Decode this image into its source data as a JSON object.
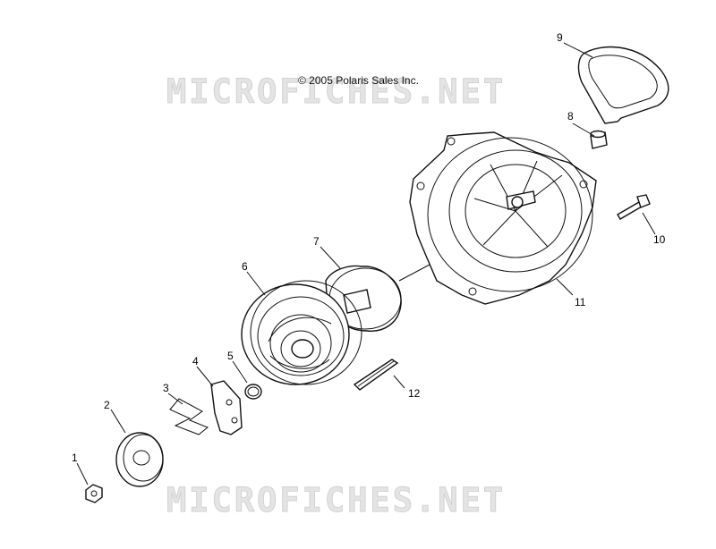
{
  "copyright": "© 2005 Polaris Sales Inc.",
  "watermark": "MICROFICHES.NET",
  "callouts": {
    "c1": "1",
    "c2": "2",
    "c3": "3",
    "c4": "4",
    "c5": "5",
    "c6": "6",
    "c7": "7",
    "c8": "8",
    "c9": "9",
    "c10": "10",
    "c11": "11",
    "c12": "12"
  }
}
